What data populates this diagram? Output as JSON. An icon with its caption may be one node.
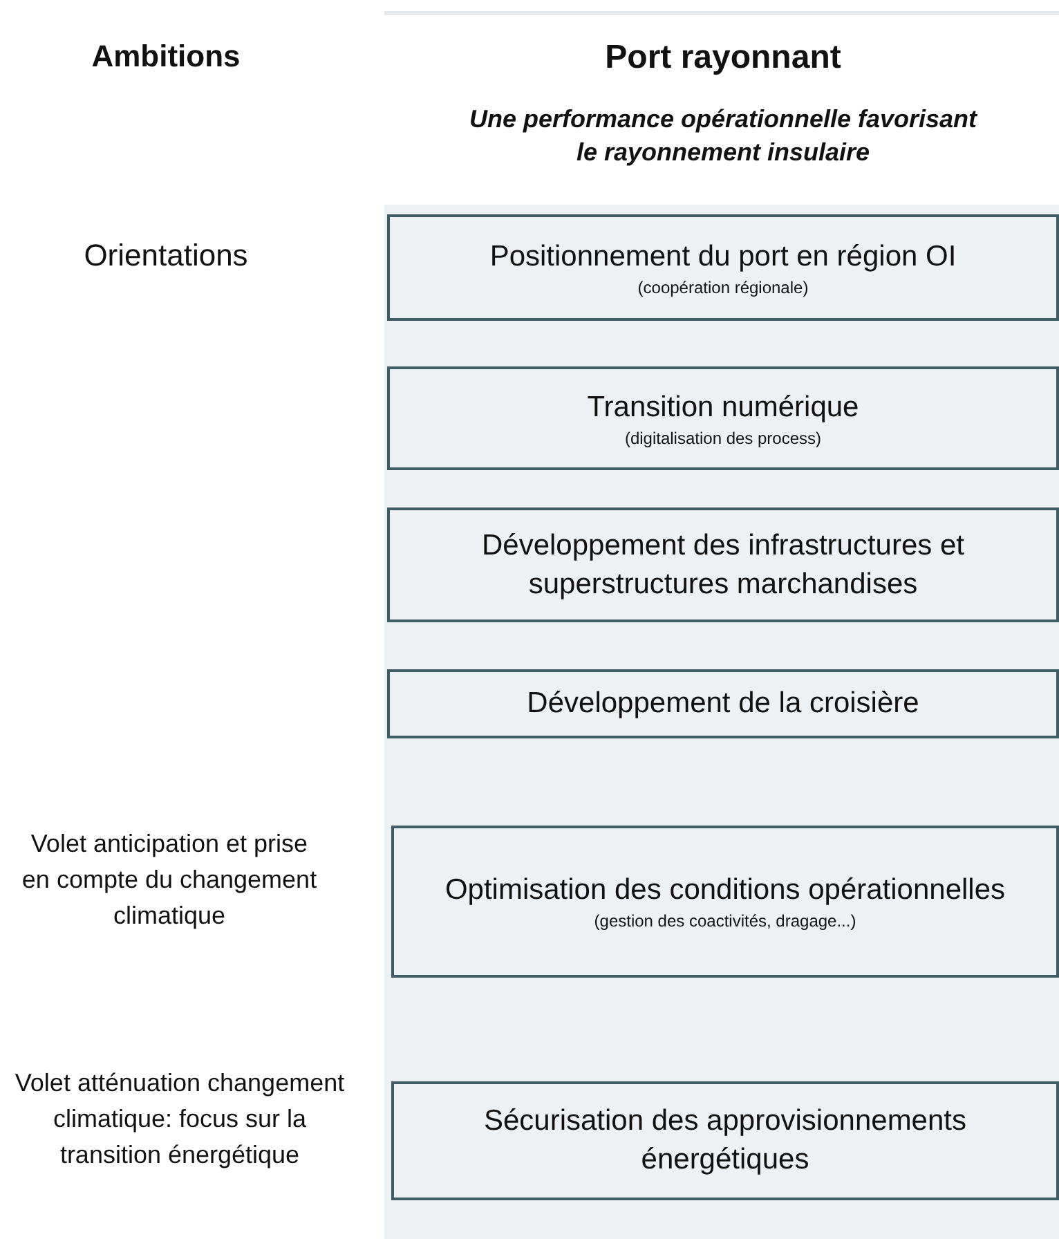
{
  "diagram": {
    "nodes": [
      {
        "text": [
          "Port rayonnant",
          "Une performance opérationnelle favorisant le rayonnement insulaire"
        ]
      },
      {
        "text": [
          "Positionnement du port en région OI",
          "(coopération régionale)"
        ],
        "in": 0
      },
      {
        "text": [
          "Transition numérique",
          "(digitalisation des process)"
        ],
        "in": 0
      },
      {
        "text": [
          "Développement des infrastructures et superstructures marchandises"
        ],
        "in": 0
      },
      {
        "text": [
          "Développement de la croisière"
        ],
        "in": 0
      },
      {
        "text": [
          "Optimisation des conditions opérationnelles",
          "(gestion des coactivités, dragage...)"
        ],
        "in": 0
      },
      {
        "text": [
          "Sécurisation des approvisionnements énergétiques"
        ],
        "in": 0
      }
    ],
    "edges": [],
    "labels": [
      "Ambitions",
      "Orientations",
      "Volet anticipation et prise en compte du changement climatique",
      "Volet atténuation changement climatique: focus sur la transition énergétique"
    ]
  }
}
